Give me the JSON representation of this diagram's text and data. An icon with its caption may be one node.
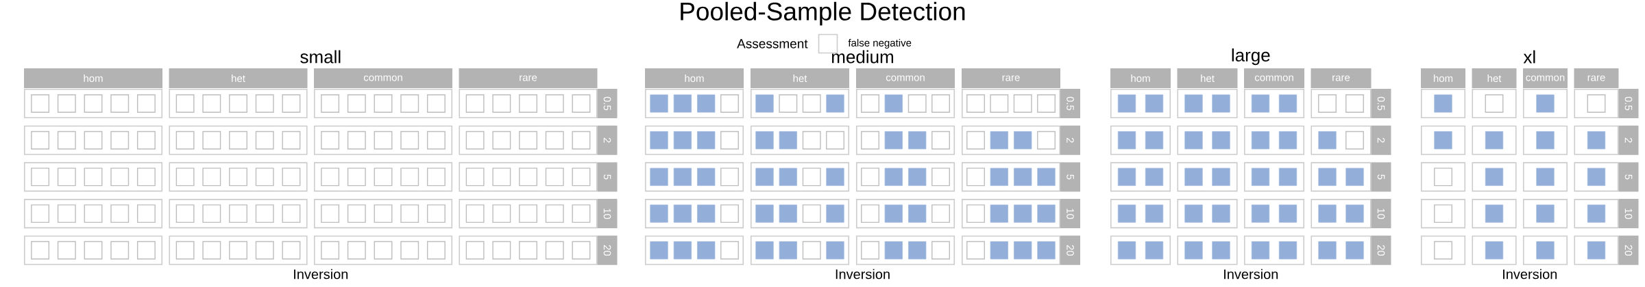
{
  "diagram": {
    "title": "Pooled-Sample Detection",
    "nodes": [
      {
        "text": [
          "hom"
        ]
      },
      {
        "text": [
          "het"
        ]
      },
      {
        "text": [
          "common"
        ]
      },
      {
        "text": [
          "rare"
        ]
      },
      {
        "text": [],
        "shape": "box"
      },
      {
        "text": [],
        "shape": "box",
        "in": 4
      },
      {
        "text": [],
        "shape": "box",
        "in": 4
      },
      {
        "text": [],
        "shape": "box",
        "in": 4
      },
      {
        "text": [],
        "shape": "box",
        "in": 4
      },
      {
        "text": [],
        "shape": "box",
        "in": 4
      },
      {
        "text": [],
        "shape": "box"
      },
      {
        "text": [],
        "shape": "box",
        "in": 10
      },
      {
        "text": [],
        "shape": "box",
        "in": 10
      },
      {
        "text": [],
        "shape": "box",
        "in": 10
      },
      {
        "text": [],
        "shape": "box",
        "in": 10
      },
      {
        "text": [],
        "shape": "box",
        "in": 10
      },
      {
        "text": [],
        "shape": "box"
      },
      {
        "text": [],
        "shape": "box",
        "in": 16
      },
      {
        "text": [],
        "shape": "box",
        "in": 16
      },
      {
        "text": [],
        "shape": "box",
        "in": 16
      },
      {
        "text": [],
        "shape": "box",
        "in": 16
      },
      {
        "text": [],
        "shape": "box",
        "in": 16
      },
      {
        "text": [],
        "shape": "box"
      },
      {
        "text": [],
        "shape": "box",
        "in": 22
      },
      {
        "text": [],
        "shape": "box",
        "in": 22
      },
      {
        "text": [],
        "shape": "box",
        "in": 22
      },
      {
        "text": [],
        "shape": "box",
        "in": 22
      },
      {
        "text": [],
        "shape": "box",
        "in": 22
      },
      {
        "text": [
          "0.5"
        ]
      },
      {
        "text": [],
        "shape": "box"
      },
      {
        "text": [],
        "shape": "box",
        "in": 29
      },
      {
        "text": [],
        "shape": "box",
        "in": 29
      },
      {
        "text": [],
        "shape": "box",
        "in": 29
      },
      {
        "text": [],
        "shape": "box",
        "in": 29
      },
      {
        "text": [],
        "shape": "box",
        "in": 29
      },
      {
        "text": [],
        "shape": "box"
      },
      {
        "text": [],
        "shape": "box",
        "in": 35
      },
      {
        "text": [],
        "shape": "box",
        "in": 35
      },
      {
        "text": [],
        "shape": "box",
        "in": 35
      },
      {
        "text": [],
        "shape": "box",
        "in": 35
      },
      {
        "text": [],
        "shape": "box",
        "in": 35
      },
      {
        "text": [],
        "shape": "box"
      },
      {
        "text": [],
        "shape": "box",
        "in": 41
      },
      {
        "text": [],
        "shape": "box",
        "in": 41
      },
      {
        "text": [],
        "shape": "box",
        "in": 41
      },
      {
        "text": [],
        "shape": "box",
        "in": 41
      },
      {
        "text": [],
        "shape": "box",
        "in": 41
      },
      {
        "text": [],
        "shape": "box"
      },
      {
        "text": [],
        "shape": "box",
        "in": 47
      },
      {
        "text": [],
        "shape": "box",
        "in": 47
      },
      {
        "text": [],
        "shape": "box",
        "in": 47
      },
      {
        "text": [],
        "shape": "box",
        "in": 47
      },
      {
        "text": [],
        "shape": "box",
        "in": 47
      },
      {
        "text": [
          "2"
        ]
      },
      {
        "text": [],
        "shape": "box"
      },
      {
        "text": [],
        "shape": "box",
        "in": 54
      },
      {
        "text": [],
        "shape": "box",
        "in": 54
      },
      {
        "text": [],
        "shape": "box",
        "in": 54
      },
      {
        "text": [],
        "shape": "box",
        "in": 54
      },
      {
        "text": [],
        "shape": "box",
        "in": 54
      },
      {
        "text": [],
        "shape": "box"
      },
      {
        "text": [],
        "shape": "box",
        "in": 60
      },
      {
        "text": [],
        "shape": "box",
        "in": 60
      },
      {
        "text": [],
        "shape": "box",
        "in": 60
      },
      {
        "text": [],
        "shape": "box",
        "in": 60
      },
      {
        "text": [],
        "shape": "box",
        "in": 60
      },
      {
        "text": [],
        "shape": "box"
      },
      {
        "text": [],
        "shape": "box",
        "in": 66
      },
      {
        "text": [],
        "shape": "box",
        "in": 66
      },
      {
        "text": [],
        "shape": "box",
        "in": 66
      },
      {
        "text": [],
        "shape": "box",
        "in": 66
      },
      {
        "text": [],
        "shape": "box",
        "in": 66
      },
      {
        "text": [],
        "shape": "box"
      },
      {
        "text": [],
        "shape": "box",
        "in": 72
      },
      {
        "text": [],
        "shape": "box",
        "in": 72
      },
      {
        "text": [],
        "shape": "box",
        "in": 72
      },
      {
        "text": [],
        "shape": "box",
        "in": 72
      },
      {
        "text": [],
        "shape": "box",
        "in": 72
      },
      {
        "text": [
          "5"
        ]
      },
      {
        "text": [],
        "shape": "box"
      },
      {
        "text": [],
        "shape": "box",
        "in": 79
      },
      {
        "text": [],
        "shape": "box",
        "in": 79
      },
      {
        "text": [],
        "shape": "box",
        "in": 79
      },
      {
        "text": [],
        "shape": "box",
        "in": 79
      },
      {
        "text": [],
        "shape": "box",
        "in": 79
      },
      {
        "text": [],
        "shape": "box"
      },
      {
        "text": [],
        "shape": "box",
        "in": 85
      },
      {
        "text": [],
        "shape": "box",
        "in": 85
      },
      {
        "text": [],
        "shape": "box",
        "in": 85
      },
      {
        "text": [],
        "shape": "box",
        "in": 85
      },
      {
        "text": [],
        "shape": "box",
        "in": 85
      },
      {
        "text": [],
        "shape": "box"
      },
      {
        "text": [],
        "shape": "box",
        "in": 91
      },
      {
        "text": [],
        "shape": "box",
        "in": 91
      },
      {
        "text": [],
        "shape": "box",
        "in": 91
      },
      {
        "text": [],
        "shape": "box",
        "in": 91
      },
      {
        "text": [],
        "shape": "box",
        "in": 91
      },
      {
        "text": [],
        "shape": "box"
      },
      {
        "text": [],
        "shape": "box",
        "in": 97
      },
      {
        "text": [],
        "shape": "box",
        "in": 97
      },
      {
        "text": [],
        "shape": "box",
        "in": 97
      },
      {
        "text": [],
        "shape": "box",
        "in": 97
      },
      {
        "text": [],
        "shape": "box",
        "in": 97
      },
      {
        "text": [
          "10"
        ]
      },
      {
        "text": [],
        "shape": "box"
      },
      {
        "text": [],
        "shape": "box",
        "in": 104
      },
      {
        "text": [],
        "shape": "box",
        "in": 104
      },
      {
        "text": [],
        "shape": "box",
        "in": 104
      },
      {
        "text": [],
        "shape": "box",
        "in": 104
      },
      {
        "text": [],
        "shape": "box",
        "in": 104
      },
      {
        "text": [],
        "shape": "box"
      },
      {
        "text": [],
        "shape": "box",
        "in": 110
      },
      {
        "text": [],
        "shape": "box",
        "in": 110
      },
      {
        "text": [],
        "shape": "box",
        "in": 110
      },
      {
        "text": [],
        "shape": "box",
        "in": 110
      },
      {
        "text": [],
        "shape": "box",
        "in": 110
      },
      {
        "text": [],
        "shape": "box"
      },
      {
        "text": [],
        "shape": "box",
        "in": 116
      },
      {
        "text": [],
        "shape": "box",
        "in": 116
      },
      {
        "text": [],
        "shape": "box",
        "in": 116
      },
      {
        "text": [],
        "shape": "box",
        "in": 116
      },
      {
        "text": [],
        "shape": "box",
        "in": 116
      },
      {
        "text": [],
        "shape": "box"
      },
      {
        "text": [],
        "shape": "box",
        "in": 122
      },
      {
        "text": [],
        "shape": "box",
        "in": 122
      },
      {
        "text": [],
        "shape": "box",
        "in": 122
      },
      {
        "text": [],
        "shape": "box",
        "in": 122
      },
      {
        "text": [],
        "shape": "box",
        "in": 122
      },
      {
        "text": [
          "20"
        ]
      },
      {
        "text": [
          "hom"
        ]
      },
      {
        "text": [
          "het"
        ]
      },
      {
        "text": [
          "common"
        ]
      },
      {
        "text": [
          "rare"
        ]
      },
      {
        "text": [],
        "shape": "box"
      },
      {
        "text": [],
        "shape": "block",
        "in": 133
      },
      {
        "text": [],
        "shape": "block",
        "in": 133
      },
      {
        "text": [],
        "shape": "block",
        "in": 133
      },
      {
        "text": [],
        "shape": "box",
        "in": 133
      },
      {
        "text": [],
        "shape": "box"
      },
      {
        "text": [],
        "shape": "block",
        "in": 138
      },
      {
        "text": [],
        "shape": "box",
        "in": 138
      },
      {
        "text": [],
        "shape": "box",
        "in": 138
      },
      {
        "text": [],
        "shape": "block",
        "in": 138
      },
      {
        "text": [],
        "shape": "box"
      },
      {
        "text": [],
        "shape": "box",
        "in": 143
      },
      {
        "text": [],
        "shape": "block",
        "in": 143
      },
      {
        "text": [],
        "shape": "box",
        "in": 143
      },
      {
        "text": [],
        "shape": "box",
        "in": 143
      },
      {
        "text": [],
        "shape": "box"
      },
      {
        "text": [],
        "shape": "box",
        "in": 148
      },
      {
        "text": [],
        "shape": "box",
        "in": 148
      },
      {
        "text": [],
        "shape": "box",
        "in": 148
      },
      {
        "text": [],
        "shape": "box",
        "in": 148
      },
      {
        "text": [
          "0.5"
        ]
      },
      {
        "text": [],
        "shape": "box"
      },
      {
        "text": [],
        "shape": "block",
        "in": 154
      },
      {
        "text": [],
        "shape": "block",
        "in": 154
      },
      {
        "text": [],
        "shape": "block",
        "in": 154
      },
      {
        "text": [],
        "shape": "box",
        "in": 154
      },
      {
        "text": [],
        "shape": "box"
      },
      {
        "text": [],
        "shape": "block",
        "in": 159
      },
      {
        "text": [],
        "shape": "block",
        "in": 159
      },
      {
        "text": [],
        "shape": "box",
        "in": 159
      },
      {
        "text": [],
        "shape": "box",
        "in": 159
      },
      {
        "text": [],
        "shape": "box"
      },
      {
        "text": [],
        "shape": "box",
        "in": 164
      },
      {
        "text": [],
        "shape": "block",
        "in": 164
      },
      {
        "text": [],
        "shape": "block",
        "in": 164
      },
      {
        "text": [],
        "shape": "box",
        "in": 164
      },
      {
        "text": [],
        "shape": "box"
      },
      {
        "text": [],
        "shape": "box",
        "in": 169
      },
      {
        "text": [],
        "shape": "block",
        "in": 169
      },
      {
        "text": [],
        "shape": "block",
        "in": 169
      },
      {
        "text": [],
        "shape": "box",
        "in": 169
      },
      {
        "text": [
          "2"
        ]
      },
      {
        "text": [],
        "shape": "box"
      },
      {
        "text": [],
        "shape": "block",
        "in": 175
      },
      {
        "text": [],
        "shape": "block",
        "in": 175
      },
      {
        "text": [],
        "shape": "block",
        "in": 175
      },
      {
        "text": [],
        "shape": "box",
        "in": 175
      },
      {
        "text": [],
        "shape": "box"
      },
      {
        "text": [],
        "shape": "block",
        "in": 180
      },
      {
        "text": [],
        "shape": "block",
        "in": 180
      },
      {
        "text": [],
        "shape": "box",
        "in": 180
      },
      {
        "text": [],
        "shape": "block",
        "in": 180
      },
      {
        "text": [],
        "shape": "box"
      },
      {
        "text": [],
        "shape": "box",
        "in": 185
      },
      {
        "text": [],
        "shape": "block",
        "in": 185
      },
      {
        "text": [],
        "shape": "block",
        "in": 185
      },
      {
        "text": [],
        "shape": "box",
        "in": 185
      },
      {
        "text": [],
        "shape": "box"
      },
      {
        "text": [],
        "shape": "box",
        "in": 190
      },
      {
        "text": [],
        "shape": "block",
        "in": 190
      },
      {
        "text": [],
        "shape": "block",
        "in": 190
      },
      {
        "text": [],
        "shape": "block",
        "in": 190
      },
      {
        "text": [
          "5"
        ]
      },
      {
        "text": [],
        "shape": "box"
      },
      {
        "text": [],
        "shape": "block",
        "in": 196
      },
      {
        "text": [],
        "shape": "block",
        "in": 196
      },
      {
        "text": [],
        "shape": "block",
        "in": 196
      },
      {
        "text": [],
        "shape": "box",
        "in": 196
      },
      {
        "text": [],
        "shape": "box"
      },
      {
        "text": [],
        "shape": "block",
        "in": 201
      },
      {
        "text": [],
        "shape": "block",
        "in": 201
      },
      {
        "text": [],
        "shape": "box",
        "in": 201
      },
      {
        "text": [],
        "shape": "block",
        "in": 201
      },
      {
        "text": [],
        "shape": "box"
      },
      {
        "text": [],
        "shape": "box",
        "in": 206
      },
      {
        "text": [],
        "shape": "block",
        "in": 206
      },
      {
        "text": [],
        "shape": "block",
        "in": 206
      },
      {
        "text": [],
        "shape": "box",
        "in": 206
      },
      {
        "text": [],
        "shape": "box"
      },
      {
        "text": [],
        "shape": "box",
        "in": 211
      },
      {
        "text": [],
        "shape": "block",
        "in": 211
      },
      {
        "text": [],
        "shape": "block",
        "in": 211
      },
      {
        "text": [],
        "shape": "block",
        "in": 211
      },
      {
        "text": [
          "10"
        ]
      },
      {
        "text": [],
        "shape": "box"
      },
      {
        "text": [],
        "shape": "block",
        "in": 217
      },
      {
        "text": [],
        "shape": "block",
        "in": 217
      },
      {
        "text": [],
        "shape": "block",
        "in": 217
      },
      {
        "text": [],
        "shape": "box",
        "in": 217
      },
      {
        "text": [],
        "shape": "box"
      },
      {
        "text": [],
        "shape": "block",
        "in": 222
      },
      {
        "text": [],
        "shape": "block",
        "in": 222
      },
      {
        "text": [],
        "shape": "box",
        "in": 222
      },
      {
        "text": [],
        "shape": "block",
        "in": 222
      },
      {
        "text": [],
        "shape": "box"
      },
      {
        "text": [],
        "shape": "box",
        "in": 227
      },
      {
        "text": [],
        "shape": "block",
        "in": 227
      },
      {
        "text": [],
        "shape": "block",
        "in": 227
      },
      {
        "text": [],
        "shape": "box",
        "in": 227
      },
      {
        "text": [],
        "shape": "box"
      },
      {
        "text": [],
        "shape": "box",
        "in": 232
      },
      {
        "text": [],
        "shape": "block",
        "in": 232
      },
      {
        "text": [],
        "shape": "block",
        "in": 232
      },
      {
        "text": [],
        "shape": "block",
        "in": 232
      },
      {
        "text": [
          "20"
        ]
      },
      {
        "text": [
          "hom"
        ]
      },
      {
        "text": [
          "het"
        ]
      },
      {
        "text": [
          "common"
        ]
      },
      {
        "text": [
          "rare"
        ]
      },
      {
        "text": [],
        "shape": "box"
      },
      {
        "text": [],
        "shape": "block",
        "in": 242
      },
      {
        "text": [],
        "shape": "block",
        "in": 242
      },
      {
        "text": [],
        "shape": "box"
      },
      {
        "text": [],
        "shape": "block",
        "in": 245
      },
      {
        "text": [],
        "shape": "block",
        "in": 245
      },
      {
        "text": [],
        "shape": "box"
      },
      {
        "text": [],
        "shape": "block",
        "in": 248
      },
      {
        "text": [],
        "shape": "block",
        "in": 248
      },
      {
        "text": [],
        "shape": "box"
      },
      {
        "text": [],
        "shape": "box",
        "in": 251
      },
      {
        "text": [],
        "shape": "box",
        "in": 251
      },
      {
        "text": [
          "0.5"
        ]
      },
      {
        "text": [],
        "shape": "box"
      },
      {
        "text": [],
        "shape": "block",
        "in": 255
      },
      {
        "text": [],
        "shape": "block",
        "in": 255
      },
      {
        "text": [],
        "shape": "box"
      },
      {
        "text": [],
        "shape": "block",
        "in": 258
      },
      {
        "text": [],
        "shape": "block",
        "in": 258
      },
      {
        "text": [],
        "shape": "box"
      },
      {
        "text": [],
        "shape": "block",
        "in": 261
      },
      {
        "text": [],
        "shape": "block",
        "in": 261
      },
      {
        "text": [],
        "shape": "box"
      },
      {
        "text": [],
        "shape": "block",
        "in": 264
      },
      {
        "text": [],
        "shape": "box",
        "in": 264
      },
      {
        "text": [
          "2"
        ]
      },
      {
        "text": [],
        "shape": "box"
      },
      {
        "text": [],
        "shape": "block",
        "in": 268
      },
      {
        "text": [],
        "shape": "block",
        "in": 268
      },
      {
        "text": [],
        "shape": "box"
      },
      {
        "text": [],
        "shape": "block",
        "in": 271
      },
      {
        "text": [],
        "shape": "block",
        "in": 271
      },
      {
        "text": [],
        "shape": "box"
      },
      {
        "text": [],
        "shape": "block",
        "in": 274
      },
      {
        "text": [],
        "shape": "block",
        "in": 274
      },
      {
        "text": [],
        "shape": "box"
      },
      {
        "text": [],
        "shape": "block",
        "in": 277
      },
      {
        "text": [],
        "shape": "block",
        "in": 277
      },
      {
        "text": [
          "5"
        ]
      },
      {
        "text": [],
        "shape": "box"
      },
      {
        "text": [],
        "shape": "block",
        "in": 281
      },
      {
        "text": [],
        "shape": "block",
        "in": 281
      },
      {
        "text": [],
        "shape": "box"
      },
      {
        "text": [],
        "shape": "block",
        "in": 284
      },
      {
        "text": [],
        "shape": "block",
        "in": 284
      },
      {
        "text": [],
        "shape": "box"
      },
      {
        "text": [],
        "shape": "block",
        "in": 287
      },
      {
        "text": [],
        "shape": "block",
        "in": 287
      },
      {
        "text": [],
        "shape": "box"
      },
      {
        "text": [],
        "shape": "block",
        "in": 290
      },
      {
        "text": [],
        "shape": "block",
        "in": 290
      },
      {
        "text": [
          "10"
        ]
      },
      {
        "text": [],
        "shape": "box"
      },
      {
        "text": [],
        "shape": "block",
        "in": 294
      },
      {
        "text": [],
        "shape": "block",
        "in": 294
      },
      {
        "text": [],
        "shape": "box"
      },
      {
        "text": [],
        "shape": "block",
        "in": 297
      },
      {
        "text": [],
        "shape": "block",
        "in": 297
      },
      {
        "text": [],
        "shape": "box"
      },
      {
        "text": [],
        "shape": "block",
        "in": 300
      },
      {
        "text": [],
        "shape": "block",
        "in": 300
      },
      {
        "text": [],
        "shape": "box"
      },
      {
        "text": [],
        "shape": "block",
        "in": 303
      },
      {
        "text": [],
        "shape": "block",
        "in": 303
      },
      {
        "text": [
          "20"
        ]
      },
      {
        "text": [
          "hom"
        ]
      },
      {
        "text": [
          "het"
        ]
      },
      {
        "text": [
          "common"
        ]
      },
      {
        "text": [
          "rare"
        ]
      },
      {
        "text": [],
        "shape": "box"
      },
      {
        "text": [],
        "shape": "block",
        "in": 311
      },
      {
        "text": [],
        "shape": "box"
      },
      {
        "text": [],
        "shape": "box",
        "in": 313
      },
      {
        "text": [],
        "shape": "box"
      },
      {
        "text": [],
        "shape": "block",
        "in": 315
      },
      {
        "text": [],
        "shape": "box"
      },
      {
        "text": [],
        "shape": "box",
        "in": 317
      },
      {
        "text": [
          "0.5"
        ]
      },
      {
        "text": [],
        "shape": "box"
      },
      {
        "text": [],
        "shape": "block",
        "in": 320
      },
      {
        "text": [],
        "shape": "box"
      },
      {
        "text": [],
        "shape": "block",
        "in": 322
      },
      {
        "text": [],
        "shape": "box"
      },
      {
        "text": [],
        "shape": "block",
        "in": 324
      },
      {
        "text": [],
        "shape": "box"
      },
      {
        "text": [],
        "shape": "block",
        "in": 326
      },
      {
        "text": [
          "2"
        ]
      },
      {
        "text": [],
        "shape": "box"
      },
      {
        "text": [],
        "shape": "box",
        "in": 329
      },
      {
        "text": [],
        "shape": "box"
      },
      {
        "text": [],
        "shape": "block",
        "in": 331
      },
      {
        "text": [],
        "shape": "box"
      },
      {
        "text": [],
        "shape": "block",
        "in": 333
      },
      {
        "text": [],
        "shape": "box"
      },
      {
        "text": [],
        "shape": "block",
        "in": 335
      },
      {
        "text": [
          "5"
        ]
      },
      {
        "text": [],
        "shape": "box"
      },
      {
        "text": [],
        "shape": "box",
        "in": 338
      },
      {
        "text": [],
        "shape": "box"
      },
      {
        "text": [],
        "shape": "block",
        "in": 340
      },
      {
        "text": [],
        "shape": "box"
      },
      {
        "text": [],
        "shape": "block",
        "in": 342
      },
      {
        "text": [],
        "shape": "box"
      },
      {
        "text": [],
        "shape": "block",
        "in": 344
      },
      {
        "text": [
          "10"
        ]
      },
      {
        "text": [],
        "shape": "box"
      },
      {
        "text": [],
        "shape": "box",
        "in": 347
      },
      {
        "text": [],
        "shape": "box"
      },
      {
        "text": [],
        "shape": "block",
        "in": 349
      },
      {
        "text": [],
        "shape": "box"
      },
      {
        "text": [],
        "shape": "block",
        "in": 351
      },
      {
        "text": [],
        "shape": "box"
      },
      {
        "text": [],
        "shape": "block",
        "in": 353
      },
      {
        "text": [
          "20"
        ]
      }
    ],
    "labels": [
      "Assessment",
      "small",
      "medium",
      "large",
      "xl",
      "Inversion",
      "Inversion",
      "Inversion",
      "Inversion"
    ],
    "legend": [
      {
        "text": "false negative",
        "color": "#ffffff"
      }
    ]
  }
}
